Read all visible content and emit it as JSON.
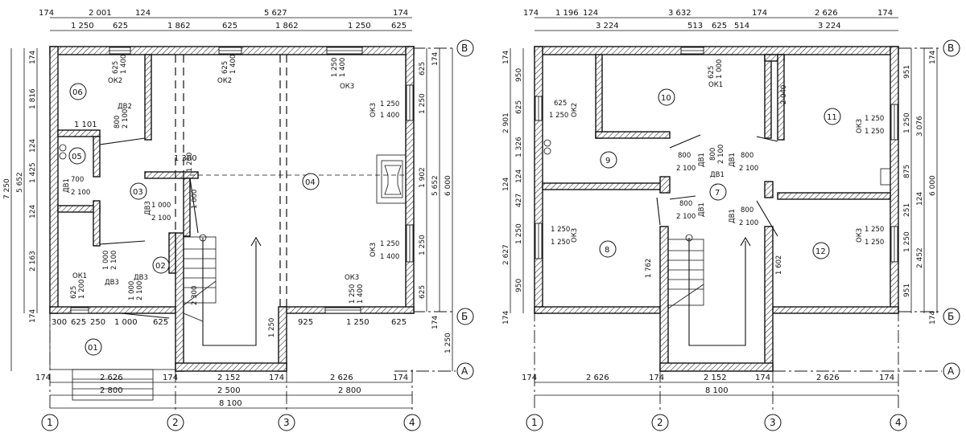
{
  "axes": {
    "columns": [
      "1",
      "2",
      "3",
      "4"
    ],
    "rows": [
      "В",
      "Б",
      "А"
    ]
  },
  "floor1": {
    "dims_top_row1": [
      "174",
      "2 001",
      "124",
      "5 627",
      "174"
    ],
    "dims_top_row2": [
      "1 250",
      "625",
      "1 862",
      "625",
      "1 862",
      "1 250",
      "625"
    ],
    "dims_bottom_inner": [
      "300",
      "625",
      "250",
      "1 000",
      "625",
      "925",
      "1 250",
      "625"
    ],
    "dims_bottom_row1": [
      "174",
      "2 626",
      "174",
      "2 152",
      "174",
      "2 626",
      "174"
    ],
    "dims_bottom_row2": [
      "2 800",
      "2 500",
      "2 800"
    ],
    "dims_bottom_total": "8 100",
    "dims_left_outer": [
      "7 250"
    ],
    "dims_left_mid": [
      "5 652"
    ],
    "dims_left_inner": [
      "174",
      "1 816",
      "124",
      "1 425",
      "124",
      "2 163",
      "174"
    ],
    "dims_right_inner": [
      "625",
      "1 250",
      "1 902",
      "1 250",
      "625"
    ],
    "dims_right_mid": [
      "5 652"
    ],
    "dims_right_outer": [
      "6 000"
    ],
    "dims_right_extra": [
      "174",
      "174",
      "1 250"
    ],
    "rooms": [
      "06",
      "05",
      "03",
      "02",
      "01",
      "04"
    ],
    "windows": {
      "ok2a": [
        "625",
        "1 400",
        "ОК2"
      ],
      "ok2b": [
        "625",
        "1 400",
        "ОК2"
      ],
      "ok3top": [
        "1 250",
        "1 400",
        "ОК3"
      ],
      "ok3r1": [
        "1 250",
        "1 400",
        "ОК3"
      ],
      "ok3r2": [
        "1 250",
        "1 400",
        "ОК3"
      ],
      "ok3bot": [
        "1 250",
        "1 400",
        "ОК3"
      ],
      "ok1": [
        "ОК1",
        "625",
        "1 200"
      ]
    },
    "doors": {
      "dv2": [
        "ДВ2",
        "800",
        "2 100"
      ],
      "dv1": [
        "ДВ1",
        "700",
        "2 100"
      ],
      "dv3a": [
        "ДВ3",
        "1 000",
        "2 100"
      ],
      "dv3b": [
        "ДВ3",
        "1 000",
        "2 100"
      ],
      "dv3c": [
        "ДВ3",
        "1 000",
        "2 100"
      ],
      "misc": [
        "1 101",
        "1 300",
        "1 250",
        "1 000",
        "2 300",
        "1 250"
      ]
    }
  },
  "floor2": {
    "dims_top_row1": [
      "174",
      "1 196",
      "124",
      "3 632",
      "174",
      "2 626",
      "174"
    ],
    "dims_top_row2": [
      "3 224",
      "513",
      "625",
      "514",
      "3 224"
    ],
    "dims_bottom_row1": [
      "174",
      "2 626",
      "174",
      "2 152",
      "174",
      "2 626",
      "174"
    ],
    "dims_bottom_total": "8 100",
    "dims_left_outer": [
      "174",
      "2 901",
      "124",
      "2 627",
      "174"
    ],
    "dims_left_inner": [
      "950",
      "625",
      "1 326",
      "124",
      "427",
      "1 250",
      "950"
    ],
    "dims_right_inner": [
      "951",
      "1 250",
      "875",
      "251",
      "1 250",
      "951"
    ],
    "dims_right_mid": [
      "3 076",
      "124",
      "2 452"
    ],
    "dims_right_outer": [
      "174",
      "6 000",
      "174"
    ],
    "rooms": [
      "10",
      "11",
      "9",
      "7",
      "8",
      "12"
    ],
    "windows": {
      "ok1": [
        "625",
        "1 000",
        "ОК1"
      ],
      "ok2": [
        "625",
        "1 250",
        "ОК2"
      ],
      "ok3a": [
        "1 250",
        "1 250",
        "ОК3"
      ],
      "ok3b": [
        "1 250",
        "1 250",
        "ОК3"
      ],
      "ok3c": [
        "1 250",
        "1 250",
        "ОК3"
      ]
    },
    "doors": {
      "d1": [
        "800",
        "2 100",
        "ДВ1"
      ],
      "d2": [
        "800",
        "2 100",
        "ДВ1"
      ],
      "d3": [
        "800",
        "2 100",
        "ДВ1"
      ],
      "d4": [
        "800",
        "2 100",
        "ДВ1"
      ],
      "d5": [
        "800",
        "2 100",
        "ДВ1"
      ]
    },
    "misc": [
      "2 040",
      "1 762",
      "1 602"
    ]
  },
  "colors": {
    "line": "#111111",
    "background": "#ffffff"
  }
}
